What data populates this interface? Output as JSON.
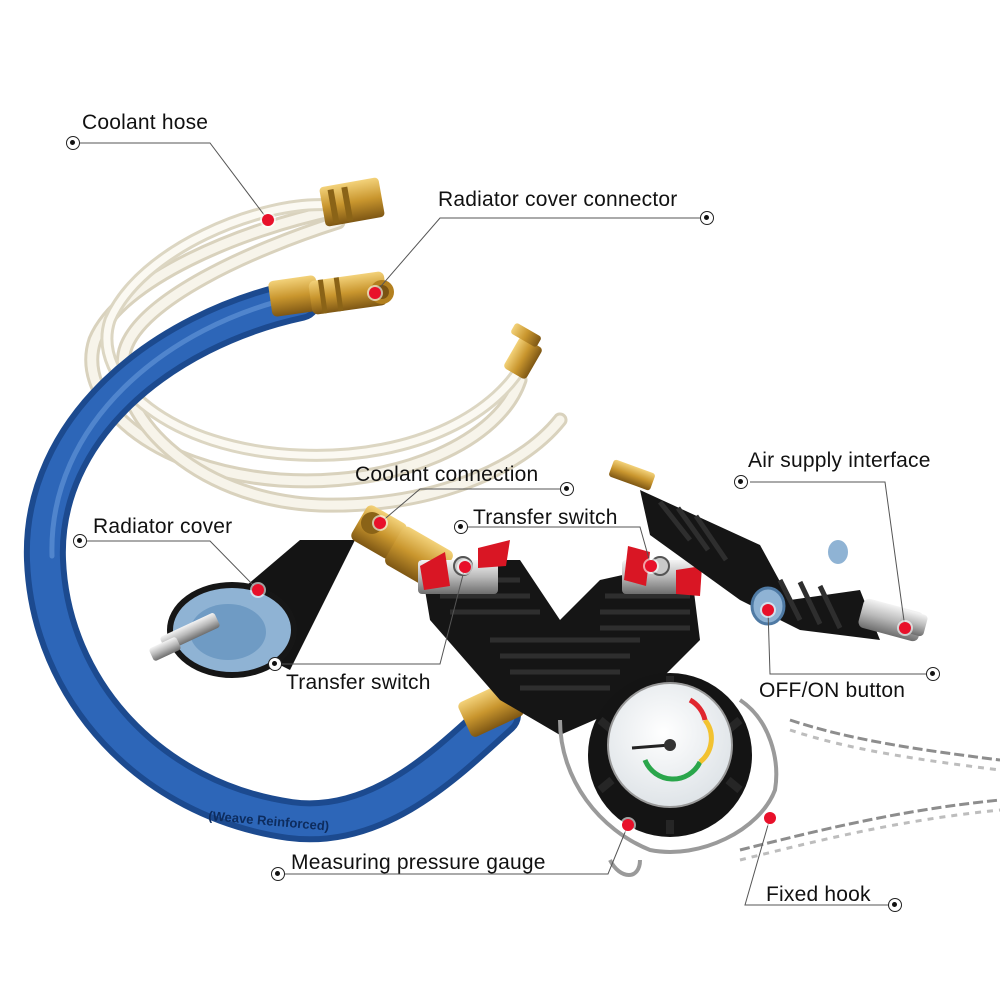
{
  "callouts": {
    "coolant_hose": "Coolant hose",
    "radiator_cover_connector": "Radiator cover connector",
    "coolant_connection": "Coolant connection",
    "transfer_switch_top": "Transfer switch",
    "air_supply_interface": "Air supply interface",
    "radiator_cover": "Radiator cover",
    "transfer_switch_bottom": "Transfer switch",
    "off_on_button": "OFF/ON button",
    "measuring_pressure_gauge": "Measuring pressure gauge",
    "fixed_hook": "Fixed hook"
  },
  "hose_print": "(Weave Reinforced)",
  "colors": {
    "callout_dot": "#e8102a",
    "blue_hose": "#2a5fae",
    "clear_hose": "#e9e4d2",
    "brass": "#c9962e",
    "body_black": "#151515",
    "cap_blue": "#8fb3d4"
  }
}
